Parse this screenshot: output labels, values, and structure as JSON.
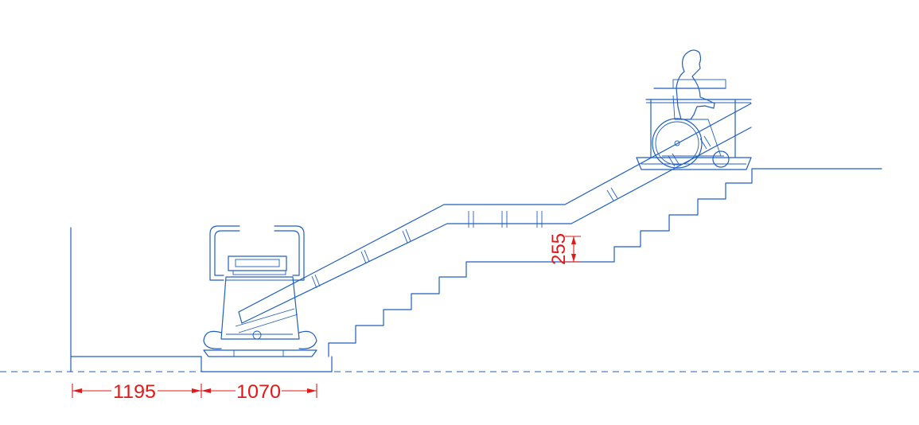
{
  "dimensions": {
    "landing_length": "1195",
    "lift_base_length": "1070",
    "rail_clearance": "255"
  },
  "colors": {
    "linework": "#1f5fbf",
    "dimension": "#e01a1a"
  }
}
